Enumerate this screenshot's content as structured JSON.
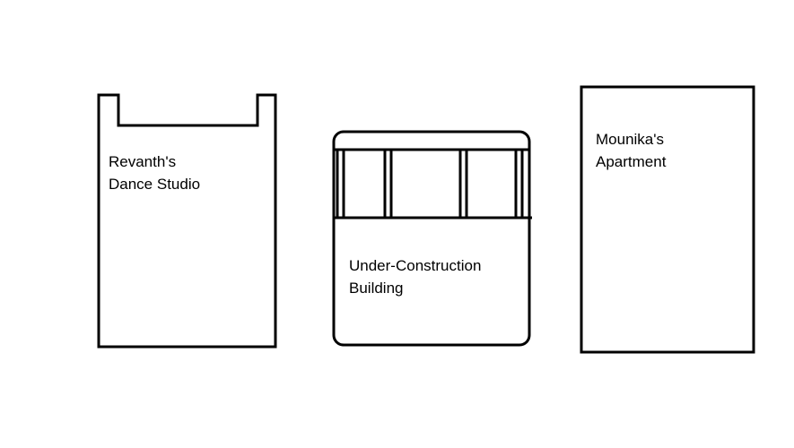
{
  "buildings": [
    {
      "id": "dance-studio",
      "label_lines": [
        "Revanth's",
        "Dance Studio"
      ]
    },
    {
      "id": "under-construction",
      "label_lines": [
        "Under-Construction",
        "Building"
      ]
    },
    {
      "id": "apartment",
      "label_lines": [
        "Mounika's",
        "Apartment"
      ]
    }
  ]
}
